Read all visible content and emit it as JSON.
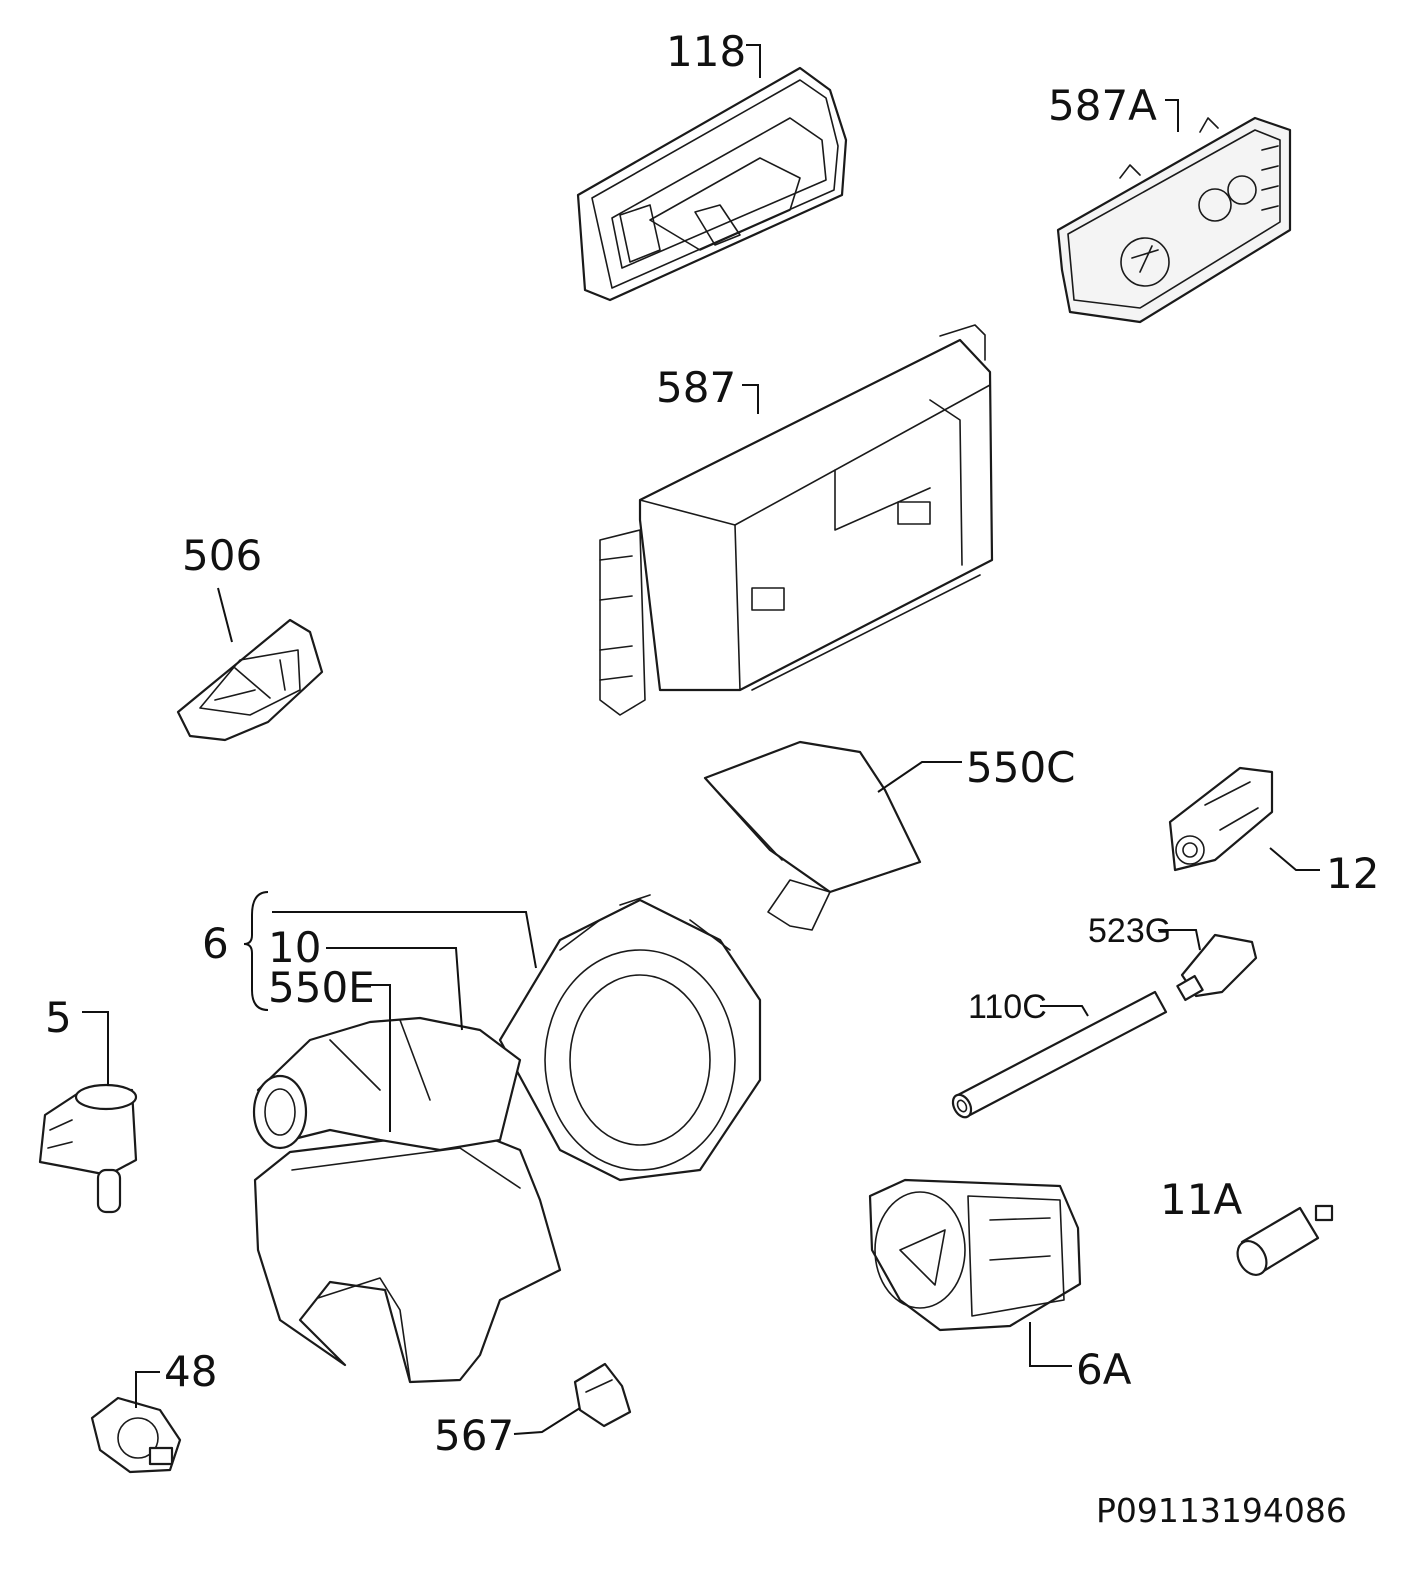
{
  "diagram": {
    "callouts": {
      "c118": "118",
      "c587A": "587A",
      "c587": "587",
      "c506": "506",
      "c550C": "550C",
      "c12": "12",
      "c6": "6",
      "c10": "10",
      "c550E": "550E",
      "c523G": "523G",
      "c110C": "110C",
      "c5": "5",
      "c11A": "11A",
      "c48": "48",
      "c567": "567",
      "c6A": "6A"
    },
    "document_number": "P09113194086"
  }
}
